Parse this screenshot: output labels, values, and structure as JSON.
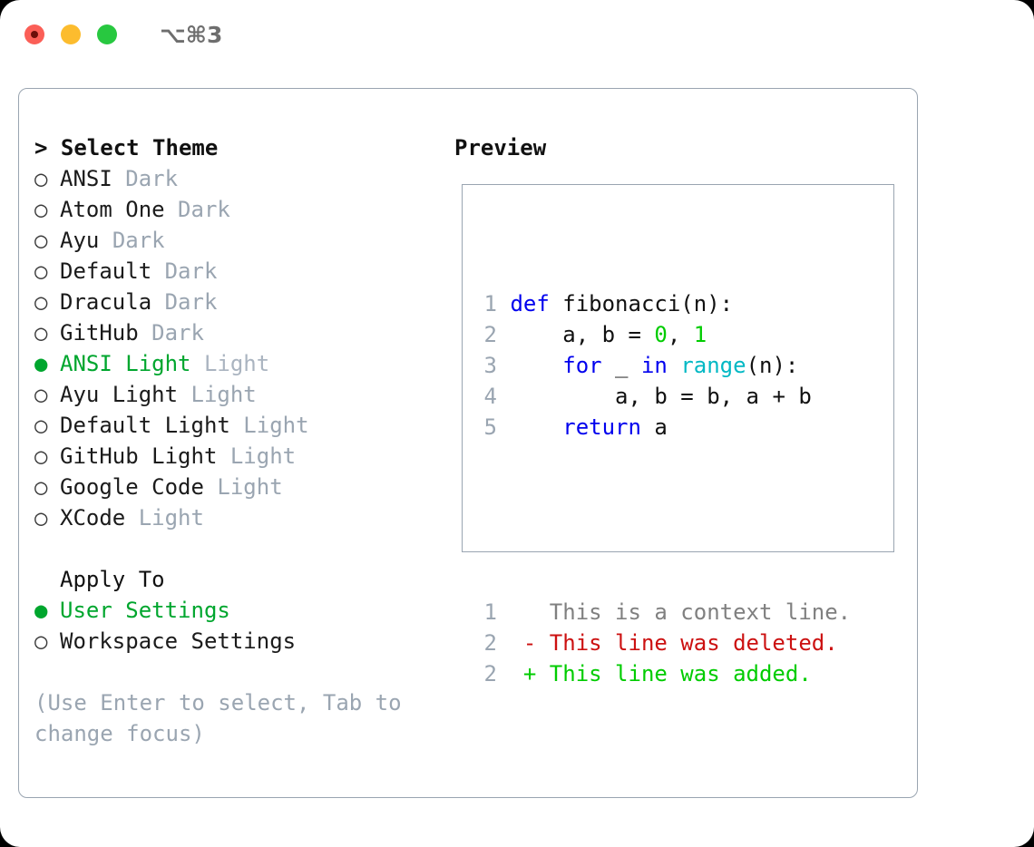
{
  "window": {
    "shortcut": "⌥⌘3",
    "traffic_lights": [
      "close-red",
      "minimize-yellow",
      "maximize-green"
    ]
  },
  "left": {
    "heading": "> Select Theme",
    "bullet_on": "●",
    "bullet_off": "○",
    "themes": [
      {
        "name": "ANSI",
        "kind": "Dark",
        "selected": false
      },
      {
        "name": "Atom One",
        "kind": "Dark",
        "selected": false
      },
      {
        "name": "Ayu",
        "kind": "Dark",
        "selected": false
      },
      {
        "name": "Default",
        "kind": "Dark",
        "selected": false
      },
      {
        "name": "Dracula",
        "kind": "Dark",
        "selected": false
      },
      {
        "name": "GitHub",
        "kind": "Dark",
        "selected": false
      },
      {
        "name": "ANSI Light",
        "kind": "Light",
        "selected": true
      },
      {
        "name": "Ayu Light",
        "kind": "Light",
        "selected": false
      },
      {
        "name": "Default Light",
        "kind": "Light",
        "selected": false
      },
      {
        "name": "GitHub Light",
        "kind": "Light",
        "selected": false
      },
      {
        "name": "Google Code",
        "kind": "Light",
        "selected": false
      },
      {
        "name": "XCode",
        "kind": "Light",
        "selected": false
      }
    ],
    "apply_heading": "Apply To",
    "apply_options": [
      {
        "label": "User Settings",
        "selected": true
      },
      {
        "label": "Workspace Settings",
        "selected": false
      }
    ],
    "hint": "(Use Enter to select, Tab to change focus)"
  },
  "right": {
    "heading": "Preview",
    "code_lines": [
      {
        "no": "1",
        "tokens": [
          {
            "t": "def",
            "c": "kw"
          },
          {
            "t": " fibonacci(n):",
            "c": "txt"
          }
        ]
      },
      {
        "no": "2",
        "tokens": [
          {
            "t": "    a, b = ",
            "c": "txt"
          },
          {
            "t": "0",
            "c": "num"
          },
          {
            "t": ", ",
            "c": "txt"
          },
          {
            "t": "1",
            "c": "num"
          }
        ]
      },
      {
        "no": "3",
        "tokens": [
          {
            "t": "    ",
            "c": "txt"
          },
          {
            "t": "for",
            "c": "kw"
          },
          {
            "t": " _ ",
            "c": "txt"
          },
          {
            "t": "in",
            "c": "kw"
          },
          {
            "t": " ",
            "c": "txt"
          },
          {
            "t": "range",
            "c": "fn"
          },
          {
            "t": "(n):",
            "c": "txt"
          }
        ]
      },
      {
        "no": "4",
        "tokens": [
          {
            "t": "        a, b = b, a + b",
            "c": "txt"
          }
        ]
      },
      {
        "no": "5",
        "tokens": [
          {
            "t": "    ",
            "c": "txt"
          },
          {
            "t": "return",
            "c": "kw"
          },
          {
            "t": " a",
            "c": "txt"
          }
        ]
      }
    ],
    "diff_lines": [
      {
        "no": "1",
        "marker": " ",
        "text": "This is a context line.",
        "c": "ctx"
      },
      {
        "no": "2",
        "marker": "-",
        "text": "This line was deleted.",
        "c": "del"
      },
      {
        "no": "2",
        "marker": "+",
        "text": "This line was added.",
        "c": "add"
      }
    ]
  },
  "colors": {
    "accent_green": "#00a62e",
    "muted": "#9aa5b1",
    "keyword_blue": "#0000ee",
    "function_cyan": "#00b8c4",
    "number_green": "#00cc00",
    "diff_deleted": "#cc1111",
    "diff_added": "#00cc00",
    "border": "#9aa5b1"
  }
}
